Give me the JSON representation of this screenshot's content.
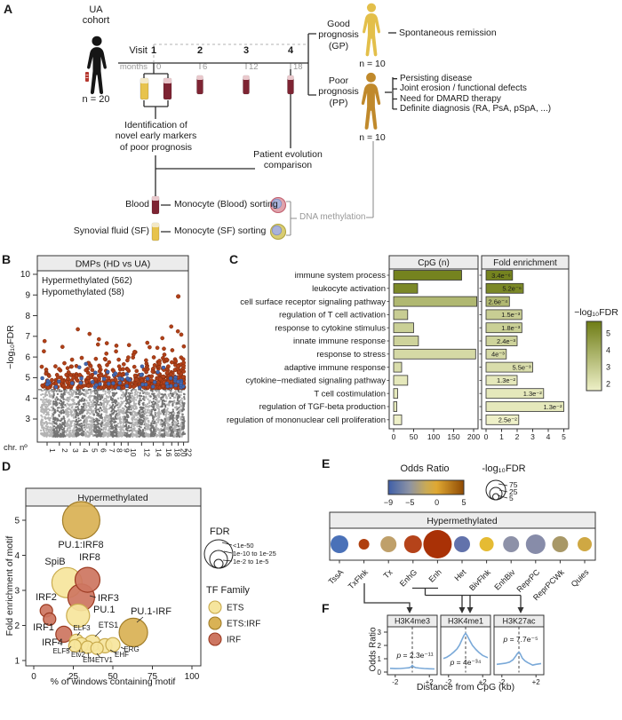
{
  "panel_labels": {
    "a": "A",
    "b": "B",
    "c": "C",
    "d": "D",
    "e": "E",
    "f": "F"
  },
  "panel_a": {
    "cohort_title": [
      "UA",
      "cohort"
    ],
    "cohort_n": "n = 20",
    "visit_label": "Visit",
    "months_label": "months",
    "visits": [
      "1",
      "2",
      "3",
      "4"
    ],
    "months": [
      "0",
      "6",
      "12",
      "18"
    ],
    "identification": [
      "Identification of",
      "novel early markers",
      "of poor prognosis"
    ],
    "evolution": [
      "Patient evolution",
      "comparison"
    ],
    "good_prognosis": {
      "title": [
        "Good",
        "prognosis",
        "(GP)"
      ],
      "n": "n = 10",
      "note": "Spontaneous remission",
      "color": "#e3bf4a"
    },
    "poor_prognosis": {
      "title": [
        "Poor",
        "prognosis",
        "(PP)"
      ],
      "n": "n = 10",
      "notes": [
        "Persisting disease",
        "Joint erosion / functional defects",
        "Need for DMARD therapy",
        "Definite diagnosis (RA, PsA, pSpA, ...)"
      ],
      "color": "#c0892b"
    },
    "blood_label": "Blood",
    "blood_note": "Monocyte (Blood) sorting",
    "sf_label": "Synovial fluid (SF)",
    "sf_note": "Monocyte (SF) sorting",
    "dna_label": "DNA methylation"
  },
  "chart_data": {
    "manhattan": {
      "type": "scatter",
      "title": "DMPs (HD vs UA)",
      "ylabel": "−log₁₀FDR",
      "xlabel": "chr. nº",
      "yticks": [
        3,
        4,
        5,
        6,
        7,
        8,
        9,
        10
      ],
      "ylim": [
        2.1,
        10.2
      ],
      "threshold": 4.42,
      "legend": [
        {
          "label": "Hypermethylated (562)",
          "n": 562,
          "color": "#b14018"
        },
        {
          "label": "Hypomethylated (58)",
          "n": 58,
          "color": "#4468b0"
        }
      ],
      "chr_labels": [
        "1",
        "2",
        "3",
        "4",
        "5",
        "6",
        "7",
        "8",
        "9",
        "10",
        "12",
        "14",
        "16",
        "18",
        "20",
        "22"
      ],
      "chr_weights": [
        249,
        243,
        198,
        191,
        181,
        171,
        159,
        146,
        141,
        136,
        135,
        133,
        115,
        107,
        102,
        90,
        83,
        80,
        59,
        64,
        48,
        51
      ],
      "color_odd": "#b3b3b3",
      "color_even": "#757575",
      "max_point": {
        "chr": 20,
        "y": 8.93
      }
    },
    "go_enrichment": {
      "type": "bar",
      "cpg_header": "CpG (n)",
      "fold_header": "Fold enrichment",
      "categories": [
        "immune system process",
        "leukocyte activation",
        "cell surface receptor signaling pathway",
        "regulation of T cell activation",
        "response to cytokine stimulus",
        "innate immune response",
        "response to stress",
        "adaptive immune response",
        "cytokine−mediated signaling pathway",
        "T cell costimulation",
        "regulation of TGF-beta production",
        "regulation of mononuclear cell proliferation"
      ],
      "cpg_values": [
        170,
        60,
        208,
        35,
        50,
        62,
        205,
        20,
        35,
        10,
        8,
        20
      ],
      "fold_values": [
        1.7,
        2.4,
        1.5,
        2.3,
        2.3,
        2.0,
        1.3,
        3.0,
        2.0,
        3.7,
        5.0,
        2.1
      ],
      "fdr_labels": [
        "3.4e⁻⁶",
        "5.2e⁻⁶",
        "2.6e⁻⁴",
        "1.5e⁻³",
        "1.8e⁻³",
        "2.4e⁻³",
        "4e⁻³",
        "5.5e⁻³",
        "1.3e⁻²",
        "1.3e⁻²",
        "1.3e⁻²",
        "2.5e⁻²"
      ],
      "neglog10fdr": [
        5.47,
        5.28,
        3.59,
        2.82,
        2.74,
        2.62,
        2.4,
        2.26,
        1.89,
        1.89,
        1.89,
        1.6
      ],
      "cpg_ticks": [
        0,
        50,
        100,
        150,
        200
      ],
      "fold_ticks": [
        0,
        1,
        2,
        3,
        4,
        5
      ],
      "legend_title": "−log₁₀FDR",
      "legend_ticks": [
        5,
        4,
        3,
        2
      ],
      "color_scale": {
        "low": "#eef0c8",
        "high": "#6e7c15",
        "domain": [
          1.6,
          5.7
        ]
      }
    },
    "tf_motifs": {
      "type": "scatter",
      "title": "Hypermethylated",
      "xlabel": "% of windows containing motif",
      "ylabel": "Fold enrichment of motif",
      "xticks": [
        0,
        25,
        50,
        75,
        100
      ],
      "yticks": [
        1,
        2,
        3,
        4,
        5
      ],
      "families": {
        "ETS": {
          "fill": "#f6e59d",
          "stroke": "#c9ab4e"
        },
        "ETS:IRF": {
          "fill": "#d9b255",
          "stroke": "#a27e2a"
        },
        "IRF": {
          "fill": "#cd7661",
          "stroke": "#9c3b22"
        }
      },
      "points": [
        {
          "name": "PU.1:IRF8",
          "x": 30,
          "y": 5.0,
          "r": 21,
          "family": "ETS:IRF",
          "label": [
            91,
            617,
            11
          ]
        },
        {
          "name": "SpiB",
          "x": 21,
          "y": 3.22,
          "r": 17,
          "family": "ETS",
          "label": [
            62,
            636,
            11
          ]
        },
        {
          "name": "IRF8",
          "x": 34,
          "y": 3.3,
          "r": 14,
          "family": "IRF",
          "label": [
            101,
            631,
            11
          ]
        },
        {
          "name": "IRF3",
          "x": 30,
          "y": 2.8,
          "r": 15,
          "family": "IRF",
          "label": [
            110,
            677,
            11,
            "start"
          ],
          "leader": [
            108,
            673,
            101,
            671
          ]
        },
        {
          "name": "PU.1",
          "x": 28,
          "y": 2.28,
          "r": 13,
          "family": "ETS",
          "label": [
            105,
            690,
            11,
            "start"
          ]
        },
        {
          "name": "IRF2",
          "x": 8,
          "y": 2.42,
          "r": 7,
          "family": "IRF",
          "label": [
            52,
            676,
            11
          ]
        },
        {
          "name": "IRF1",
          "x": 10,
          "y": 2.18,
          "r": 7,
          "family": "IRF",
          "label": [
            49,
            710,
            11
          ]
        },
        {
          "name": "IRF4",
          "x": 19,
          "y": 1.75,
          "r": 9,
          "family": "IRF",
          "label": [
            59,
            727,
            11
          ]
        },
        {
          "name": "PU.1-IRF",
          "x": 63,
          "y": 1.8,
          "r": 16,
          "family": "ETS:IRF",
          "label": [
            170,
            692,
            11
          ],
          "leader": [
            161,
            695,
            154,
            701
          ]
        },
        {
          "name": "ELF3",
          "x": 27,
          "y": 1.55,
          "r": 8,
          "family": "ETS",
          "label": [
            92,
            710,
            8
          ],
          "leader": [
            90,
            712,
            87,
            716
          ]
        },
        {
          "name": "ETS1",
          "x": 37,
          "y": 1.5,
          "r": 9,
          "family": "ETS",
          "label": [
            122,
            707,
            9
          ],
          "leader": [
            114,
            710,
            107,
            717
          ]
        },
        {
          "name": "ELF5",
          "x": 26,
          "y": 1.42,
          "r": 7,
          "family": "ETS",
          "label": [
            69,
            736,
            8
          ],
          "leader": [
            76,
            733,
            80,
            728
          ]
        },
        {
          "name": "Etv2",
          "x": 30,
          "y": 1.45,
          "r": 8,
          "family": "ETS",
          "label": [
            88,
            740,
            8
          ],
          "leader": [
            89,
            735,
            90,
            732
          ]
        },
        {
          "name": "Elf4",
          "x": 34,
          "y": 1.38,
          "r": 7,
          "family": "ETS",
          "label": [
            100,
            746,
            8
          ],
          "leader": [
            100,
            741,
            99,
            735
          ]
        },
        {
          "name": "ETV1",
          "x": 40,
          "y": 1.35,
          "r": 7,
          "family": "ETS",
          "label": [
            117,
            746,
            8
          ],
          "leader": [
            113,
            741,
            109,
            736
          ]
        },
        {
          "name": "EHF",
          "x": 45,
          "y": 1.42,
          "r": 8,
          "family": "ETS",
          "label": [
            137,
            740,
            8
          ],
          "leader": [
            131,
            736,
            124,
            732
          ]
        },
        {
          "name": "ERG",
          "x": 50,
          "y": 1.45,
          "r": 8,
          "family": "ETS",
          "label": [
            148,
            734,
            8
          ],
          "leader": [
            140,
            731,
            136,
            729
          ]
        }
      ],
      "fdr_legend": {
        "title": "FDR",
        "entries": [
          "<1e-50",
          "1e-10 to 1e-25",
          "1e-2 to 1e-5"
        ],
        "radii": [
          16,
          10,
          5
        ]
      },
      "family_legend": {
        "title": "TF Family",
        "entries": [
          "ETS",
          "ETS:IRF",
          "IRF"
        ]
      }
    },
    "chromatin_states": {
      "type": "dot",
      "title": "Hypermethylated",
      "colorbar": {
        "title": "Odds Ratio",
        "ticks": [
          "−9",
          "−5",
          "0",
          "5"
        ],
        "tick_values": [
          -9,
          -5,
          0,
          5
        ],
        "stops": [
          {
            "offset": "0%",
            "color": "#3f5fa8"
          },
          {
            "offset": "28%",
            "color": "#8d93a4"
          },
          {
            "offset": "50%",
            "color": "#c9aa56"
          },
          {
            "offset": "64%",
            "color": "#dfa832"
          },
          {
            "offset": "100%",
            "color": "#8f4a04"
          }
        ]
      },
      "size_legend": {
        "title": "-log₁₀FDR",
        "ticks": [
          "75",
          "25",
          "5"
        ],
        "radii": [
          11,
          7,
          3.5
        ]
      },
      "states": [
        {
          "name": "TssA",
          "color": "#4a71b8",
          "r": 10
        },
        {
          "name": "TxFlnk",
          "color": "#b0400f",
          "r": 6
        },
        {
          "name": "Tx",
          "color": "#bfa06a",
          "r": 9
        },
        {
          "name": "EnhG",
          "color": "#b5431a",
          "r": 10
        },
        {
          "name": "Enh",
          "color": "#a93106",
          "r": 16
        },
        {
          "name": "Het",
          "color": "#6272ab",
          "r": 9
        },
        {
          "name": "BivFlnk",
          "color": "#e5bb33",
          "r": 8
        },
        {
          "name": "EnhBiv",
          "color": "#8d91a8",
          "r": 9
        },
        {
          "name": "ReprPC",
          "color": "#878ca9",
          "r": 11
        },
        {
          "name": "ReprPCWk",
          "color": "#a89867",
          "r": 9
        },
        {
          "name": "Quies",
          "color": "#cfa843",
          "r": 8
        }
      ]
    },
    "histone_marks": {
      "type": "line",
      "xlabel": "Distance from CpG (kb)",
      "ylabel": "Odds Ratio",
      "yticks": [
        0,
        1,
        2,
        3
      ],
      "xtick_labels": [
        "-2",
        "+2"
      ],
      "line_color": "#7aa9d8",
      "subplots": [
        {
          "title": "H3K4me3",
          "p_value": "2.3e⁻¹¹",
          "p_pos": [
            467,
            741
          ],
          "curve": [
            [
              -2.6,
              0.28
            ],
            [
              -2.0,
              0.26
            ],
            [
              -1.4,
              0.27
            ],
            [
              -0.8,
              0.3
            ],
            [
              -0.4,
              0.32
            ],
            [
              -0.15,
              0.38
            ],
            [
              0,
              0.5
            ],
            [
              0.15,
              0.4
            ],
            [
              0.4,
              0.33
            ],
            [
              0.8,
              0.3
            ],
            [
              1.4,
              0.27
            ],
            [
              2.0,
              0.25
            ],
            [
              2.6,
              0.23
            ]
          ]
        },
        {
          "title": "H3K4me1",
          "p_value": "4e⁻³⁴",
          "p_pos": [
            524,
            749
          ],
          "curve": [
            [
              -2.6,
              1.02
            ],
            [
              -2.2,
              1.12
            ],
            [
              -1.8,
              1.28
            ],
            [
              -1.4,
              1.5
            ],
            [
              -1.0,
              1.75
            ],
            [
              -0.7,
              2.05
            ],
            [
              -0.4,
              2.48
            ],
            [
              -0.2,
              2.75
            ],
            [
              0,
              2.92
            ],
            [
              0.2,
              2.72
            ],
            [
              0.5,
              2.35
            ],
            [
              0.8,
              2.0
            ],
            [
              1.2,
              1.7
            ],
            [
              1.6,
              1.45
            ],
            [
              2.0,
              1.25
            ],
            [
              2.6,
              1.08
            ]
          ]
        },
        {
          "title": "H3K27ac",
          "p_value": "7.7e⁻⁵",
          "p_pos": [
            586,
            723
          ],
          "curve": [
            [
              -2.6,
              0.58
            ],
            [
              -2.1,
              0.62
            ],
            [
              -1.6,
              0.66
            ],
            [
              -1.1,
              0.75
            ],
            [
              -0.7,
              0.92
            ],
            [
              -0.4,
              1.18
            ],
            [
              -0.15,
              1.42
            ],
            [
              0,
              1.5
            ],
            [
              0.15,
              1.38
            ],
            [
              0.4,
              1.05
            ],
            [
              0.7,
              0.85
            ],
            [
              1.0,
              0.72
            ],
            [
              1.3,
              0.62
            ],
            [
              1.6,
              0.52
            ],
            [
              2.0,
              0.58
            ],
            [
              2.6,
              0.64
            ]
          ]
        }
      ]
    }
  }
}
